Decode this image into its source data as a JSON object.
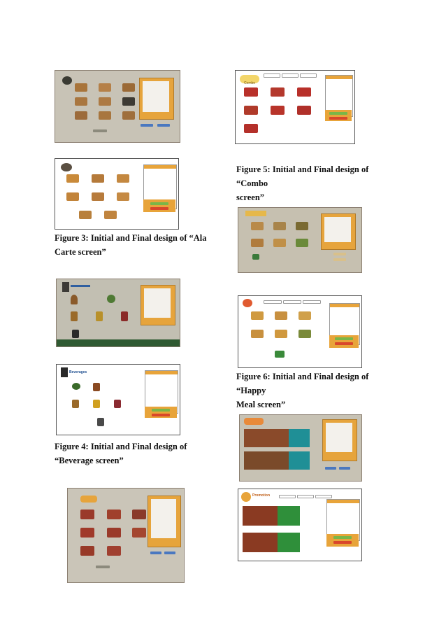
{
  "captions": {
    "fig3": "Figure 3: Initial and Final design of “Ala Carte screen”",
    "fig4": "Figure 4: Initial and Final design of “Beverage screen”",
    "fig5": "Figure 5: Initial and Final design of “Combo screen”",
    "fig6": "Figure 6: Initial and Final design of “Happy Meal screen”"
  },
  "captions_lines": {
    "fig3": [
      "Figure 3: Initial and Final design of “Ala",
      "Carte screen”"
    ],
    "fig4": [
      "Figure 4: Initial and Final design of",
      "“Beverage screen”"
    ],
    "fig5": [
      "Figure 5: Initial and Final design of “Combo",
      "screen”"
    ],
    "fig6": [
      "Figure 6: Initial and Final design of “Happy",
      "Meal screen”"
    ]
  },
  "screen_titles": {
    "beverages": "Beverages",
    "combo": "Combo",
    "promotion": "Promotion"
  },
  "colors": {
    "panel_orange": "#e8a43a",
    "panel_border": "#b07a2a",
    "button_green": "#7ab648",
    "button_red": "#d9472b",
    "button_blue": "#4a78c0",
    "banner_teal": "#1f8f96",
    "banner_green": "#2f7f3a"
  }
}
